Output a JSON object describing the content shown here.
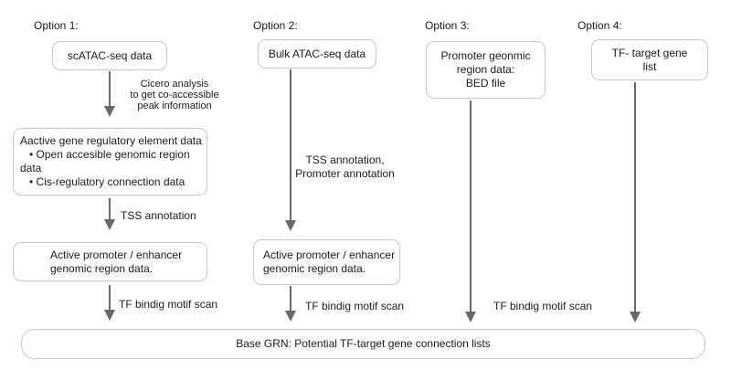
{
  "palette": {
    "box_border": "#c9c9c9",
    "arrow": "#696969",
    "text": "#1c1c1c",
    "background": "#ffffff"
  },
  "options": {
    "option1": {
      "label": "Option 1:",
      "input_box": "scATAC-seq data",
      "step1_label": "Cicero analysis\nto get co-accessible\npeak information",
      "element_box": "Aactive gene regulatory element data\n   • Open accesible genomic region\ndata\n   • Cis-regulatory connection data",
      "step2_label": "TSS annotation",
      "promoter_box": "Active promoter / enhancer\ngenomic region data.",
      "step3_label": "TF bindig motif scan"
    },
    "option2": {
      "label": "Option 2:",
      "input_box": "Bulk ATAC-seq data",
      "step1_label": "TSS annotation,\nPromoter annotation",
      "promoter_box": "Active promoter / enhancer\ngenomic region data.",
      "step2_label": "TF bindig motif scan"
    },
    "option3": {
      "label": "Option 3:",
      "input_box": "Promoter geonmic\nregion data:\nBED file",
      "step1_label": "TF bindig motif scan"
    },
    "option4": {
      "label": "Option 4:",
      "input_box": "TF- target gene\nlist"
    }
  },
  "output": {
    "box": "Base GRN: Potential TF-target gene connection lists"
  }
}
